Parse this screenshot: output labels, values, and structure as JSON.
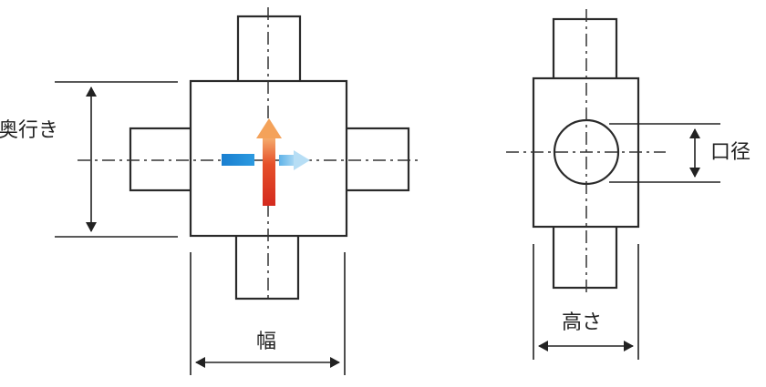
{
  "labels": {
    "depth": "奥行き",
    "width": "幅",
    "diameter": "口径",
    "height": "高さ"
  },
  "colors": {
    "line": "#2a2a2a",
    "dim": "#222222",
    "blue_arrow": "#1a7fd0",
    "light_blue_arrow": "#8ec9ee",
    "up_arrow_top": "#f4a25a",
    "up_arrow_bottom": "#d42a1e"
  }
}
